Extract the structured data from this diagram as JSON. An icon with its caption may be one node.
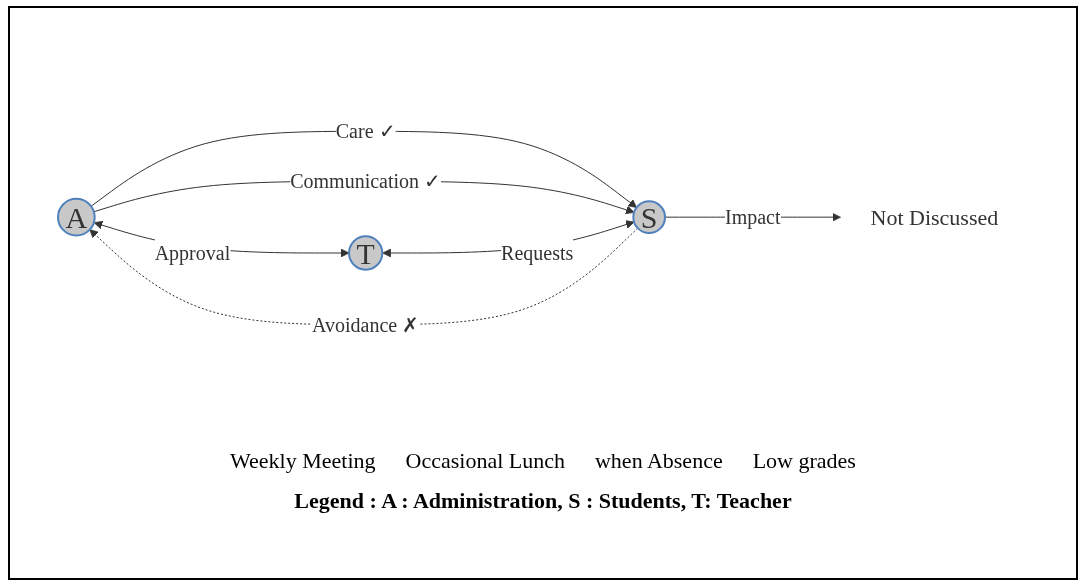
{
  "diagram": {
    "nodes": [
      {
        "text": [
          "A"
        ]
      },
      {
        "text": [
          "S"
        ]
      },
      {
        "text": [
          "T"
        ]
      },
      {
        "text": [
          "Not Discussed"
        ]
      }
    ],
    "edges": [
      {
        "from": 0,
        "to": 1,
        "arrow": "to",
        "label": "Care ✓"
      },
      {
        "from": 0,
        "to": 1,
        "arrow": "to",
        "label": "Communication ✓"
      },
      {
        "from": 1,
        "to": 0,
        "arrow": "to",
        "label": "Avoidance ✗",
        "style": "dashed"
      },
      {
        "from": 0,
        "to": 2,
        "arrow": "both",
        "label": "Approval"
      },
      {
        "from": 2,
        "to": 1,
        "arrow": "both",
        "label": "Requests"
      },
      {
        "from": 1,
        "to": 3,
        "arrow": "to",
        "label": "Impact"
      }
    ],
    "labels": [
      "Weekly Meeting",
      "Occasional Lunch",
      "when Absence",
      "Low grades",
      "Legend : A : Administration, S : Students, T: Teacher"
    ]
  }
}
